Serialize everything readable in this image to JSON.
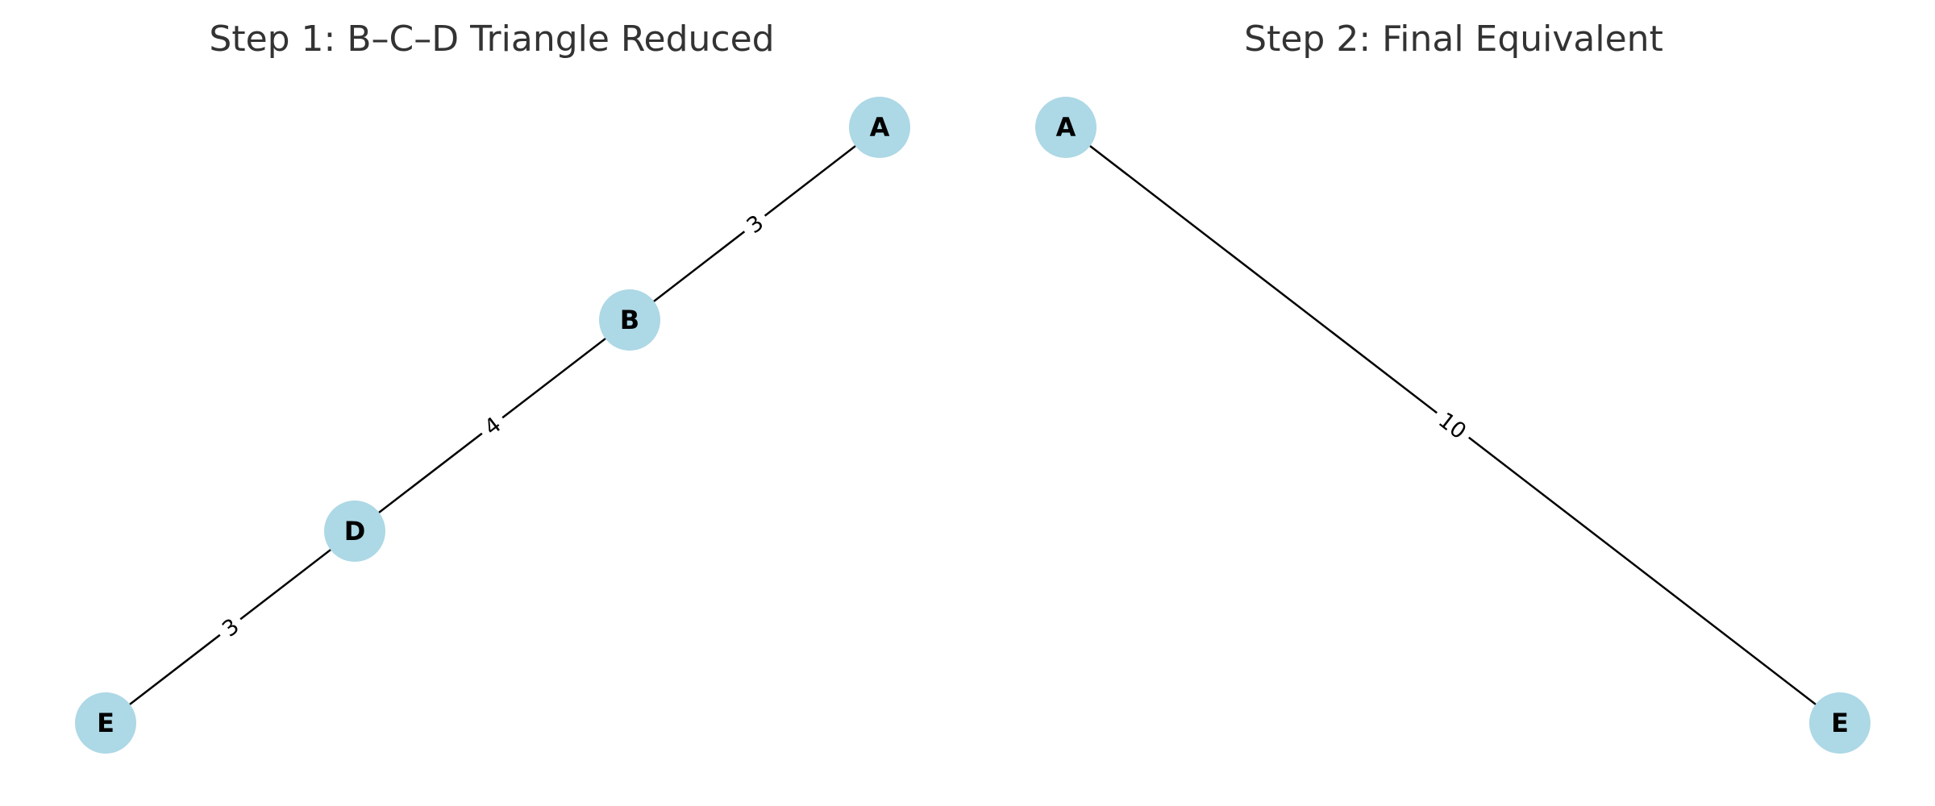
{
  "panels": [
    {
      "title": "Step 1: B–C–D Triangle Reduced",
      "nodes": [
        "A",
        "B",
        "D",
        "E"
      ],
      "edges": [
        {
          "from": "A",
          "to": "B",
          "label": "3"
        },
        {
          "from": "B",
          "to": "D",
          "label": "4"
        },
        {
          "from": "D",
          "to": "E",
          "label": "3"
        }
      ]
    },
    {
      "title": "Step 2: Final Equivalent",
      "nodes": [
        "A",
        "E"
      ],
      "edges": [
        {
          "from": "A",
          "to": "E",
          "label": "10"
        }
      ]
    }
  ],
  "colors": {
    "node_fill": "#add8e6",
    "edge": "#000000",
    "title": "#333333"
  }
}
